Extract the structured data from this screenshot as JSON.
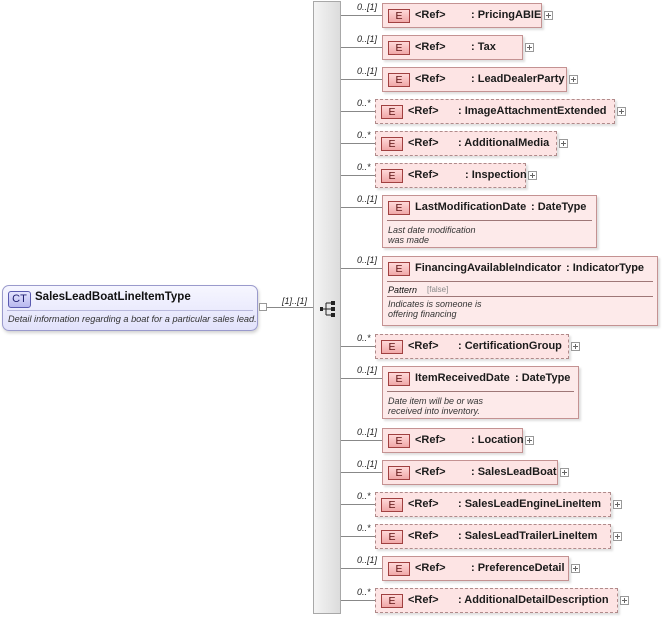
{
  "complex_type": {
    "badge": "CT",
    "name": "SalesLeadBoatLineItemType",
    "documentation": "Detail information regarding a boat for a particular sales lead.",
    "multiplicity": "[1]..[1]"
  },
  "elements": [
    {
      "mult": "0..[1]",
      "ref": "<Ref>",
      "name": ": PricingABIE",
      "badge": "E"
    },
    {
      "mult": "0..[1]",
      "ref": "<Ref>",
      "name": ": Tax",
      "badge": "E"
    },
    {
      "mult": "0..[1]",
      "ref": "<Ref>",
      "name": ": LeadDealerParty",
      "badge": "E"
    },
    {
      "mult": "0..*",
      "ref": "<Ref>",
      "name": ": ImageAttachmentExtended",
      "badge": "E"
    },
    {
      "mult": "0..*",
      "ref": "<Ref>",
      "name": ": AdditionalMedia",
      "badge": "E"
    },
    {
      "mult": "0..*",
      "ref": "<Ref>",
      "name": ": Inspection",
      "badge": "E"
    },
    {
      "mult": "0..[1]",
      "name": "LastModificationDate",
      "type": ": DateType",
      "badge": "E",
      "doc": [
        "Last date modification",
        "was made"
      ]
    },
    {
      "mult": "0..[1]",
      "name": "FinancingAvailableIndicator",
      "type": ": IndicatorType",
      "badge": "E",
      "pattern_label": "Pattern",
      "pattern_value": "[false]",
      "doc": [
        "Indicates is someone is",
        "offering financing"
      ]
    },
    {
      "mult": "0..*",
      "ref": "<Ref>",
      "name": ": CertificationGroup",
      "badge": "E"
    },
    {
      "mult": "0..[1]",
      "name": "ItemReceivedDate",
      "type": ": DateType",
      "badge": "E",
      "doc": [
        "Date item will be or was",
        "received into inventory."
      ]
    },
    {
      "mult": "0..[1]",
      "ref": "<Ref>",
      "name": ": Location",
      "badge": "E"
    },
    {
      "mult": "0..[1]",
      "ref": "<Ref>",
      "name": ": SalesLeadBoat",
      "badge": "E"
    },
    {
      "mult": "0..*",
      "ref": "<Ref>",
      "name": ": SalesLeadEngineLineItem",
      "badge": "E"
    },
    {
      "mult": "0..*",
      "ref": "<Ref>",
      "name": ": SalesLeadTrailerLineItem",
      "badge": "E"
    },
    {
      "mult": "0..[1]",
      "ref": "<Ref>",
      "name": ": PreferenceDetail",
      "badge": "E"
    },
    {
      "mult": "0..*",
      "ref": "<Ref>",
      "name": ": AdditionalDetailDescription",
      "badge": "E"
    }
  ]
}
